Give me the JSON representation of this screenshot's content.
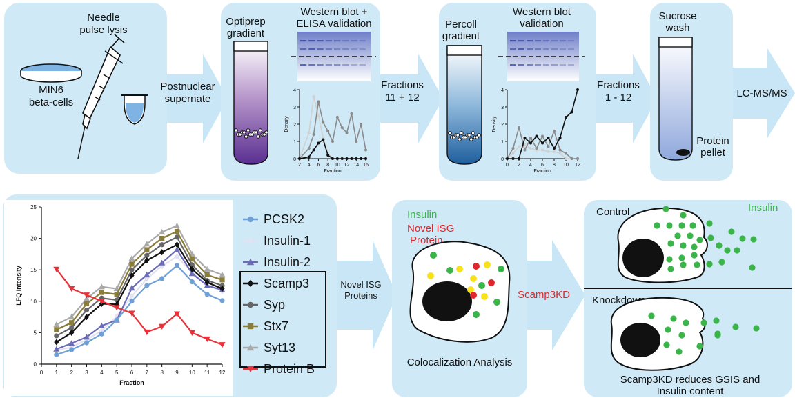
{
  "colors": {
    "panel": "#cfe9f6",
    "arrow": "#c8e6f5",
    "optiprep_top": "#ffffff",
    "optiprep_bottom": "#5a2f91",
    "percoll_bottom": "#1f5f9e",
    "sucrose_bottom": "#8fa8dc",
    "insulin_green": "#3bb44a",
    "isg_red": "#e0262b",
    "isg_yellow": "#f7e11a",
    "protein_b_red": "#e8323a"
  },
  "workflow": {
    "cells_label": [
      "MIN6",
      "beta-cells"
    ],
    "lysis_label": [
      "Needle",
      "pulse lysis"
    ],
    "arrow1_label": [
      "Postnuclear",
      "supernate"
    ],
    "optiprep_label": [
      "Optiprep",
      "gradient"
    ],
    "wb1_label": [
      "Western blot +",
      "ELISA validation"
    ],
    "arrow2_label": [
      "Fractions",
      "11 + 12"
    ],
    "percoll_label": [
      "Percoll",
      "gradient"
    ],
    "wb2_label": [
      "Western blot",
      "validation"
    ],
    "arrow3_label": [
      "Fractions",
      "1 - 12"
    ],
    "sucrose_label": [
      "Sucrose",
      "wash"
    ],
    "pellet_label": [
      "Protein",
      "pellet"
    ],
    "arrow4_label": "LC-MS/MS",
    "density_ylabel": "Density",
    "fraction_xlabel": "Fraction"
  },
  "bottom": {
    "arrow5_label": [
      "Novel ISG",
      "Proteins"
    ],
    "cell_insulin": "Insulin",
    "cell_novel": [
      "Novel ISG",
      "Protein"
    ],
    "coloc_label": "Colocalization Analysis",
    "arrow6_label": "Scamp3KD",
    "control_label": "Control",
    "knockdown_label": "Knockdown",
    "insulin_label_right": "Insulin",
    "conclusion": [
      "Scamp3KD reduces GSIS and",
      "Insulin content"
    ]
  },
  "chart_data": [
    {
      "type": "line",
      "x": [
        2,
        4,
        5,
        6,
        7,
        8,
        9,
        10,
        11,
        12,
        13,
        14,
        15,
        16
      ],
      "xlabel": "Fraction",
      "ylabel": "Density",
      "xticks": [
        2,
        4,
        6,
        8,
        10,
        12,
        14,
        16
      ],
      "yticks": [
        0,
        1,
        2,
        3,
        4
      ],
      "ylim": [
        0,
        4
      ],
      "series": [
        {
          "values": [
            0,
            1.5,
            3.6,
            2.5,
            1.2,
            0.3,
            0,
            0,
            0,
            0,
            0,
            0,
            0,
            0
          ],
          "color": "#d0d0d0"
        },
        {
          "values": [
            0,
            0.6,
            1.4,
            3.3,
            2.1,
            1.6,
            1.0,
            2.4,
            1.8,
            1.5,
            2.6,
            1.0,
            2.0,
            0.5
          ],
          "color": "#8a8a8a"
        },
        {
          "values": [
            0,
            0.1,
            0.5,
            0.9,
            1.1,
            0.2,
            0,
            0,
            0,
            0,
            0,
            0,
            0,
            0
          ],
          "color": "#111111"
        }
      ]
    },
    {
      "type": "line",
      "x": [
        0,
        1,
        2,
        3,
        4,
        5,
        6,
        7,
        8,
        9,
        10,
        11,
        12
      ],
      "xlabel": "Fraction",
      "ylabel": "Density",
      "xticks": [
        0,
        2,
        4,
        6,
        8,
        10,
        12
      ],
      "yticks": [
        0,
        1,
        2,
        3,
        4
      ],
      "ylim": [
        0,
        4
      ],
      "series": [
        {
          "values": [
            0,
            0.3,
            0.7,
            0.8,
            0.6,
            0.5,
            0.5,
            0.4,
            0.4,
            0.3,
            0,
            0,
            0
          ],
          "color": "#d0d0d0"
        },
        {
          "values": [
            0,
            0.6,
            1.8,
            0.5,
            1.2,
            0.6,
            1.3,
            0.7,
            1.6,
            0.5,
            0.3,
            0,
            0
          ],
          "color": "#8a8a8a"
        },
        {
          "values": [
            0,
            0,
            0,
            1.2,
            0.9,
            1.3,
            0.9,
            1.2,
            0.6,
            1.2,
            2.4,
            2.7,
            4.0
          ],
          "color": "#111111"
        }
      ]
    },
    {
      "type": "line",
      "x": [
        1,
        2,
        3,
        4,
        5,
        6,
        7,
        8,
        9,
        10,
        11,
        12
      ],
      "xlabel": "Fraction",
      "ylabel": "LFQ Intensity",
      "xticks": [
        0,
        1,
        2,
        3,
        4,
        5,
        6,
        7,
        8,
        9,
        10,
        11,
        12
      ],
      "yticks": [
        0,
        5,
        10,
        15,
        20,
        25
      ],
      "xlim": [
        0,
        12
      ],
      "ylim": [
        0,
        25
      ],
      "series": [
        {
          "name": "PCSK2",
          "marker": "circle",
          "color": "#6fa1d6",
          "values": [
            1.5,
            2.3,
            3.4,
            4.8,
            7.0,
            10.0,
            12.5,
            13.6,
            15.7,
            13.1,
            11.1,
            10.1
          ]
        },
        {
          "name": "Insulin-1",
          "marker": "diamond",
          "color": "#e2e2f2",
          "values": [
            2.2,
            2.7,
            3.9,
            5.3,
            7.6,
            10.8,
            13.6,
            15.6,
            17.1,
            14.6,
            12.6,
            11.6
          ]
        },
        {
          "name": "Insulin-2",
          "marker": "triangle-up",
          "color": "#6b6bb8",
          "values": [
            2.4,
            3.3,
            4.3,
            6.1,
            7.0,
            12.1,
            14.2,
            16.1,
            18.2,
            14.4,
            12.5,
            11.8
          ]
        },
        {
          "name": "Scamp3",
          "marker": "diamond",
          "color": "#111111",
          "values": [
            3.5,
            5.0,
            7.5,
            9.6,
            9.5,
            14.1,
            16.5,
            17.8,
            19.0,
            15.1,
            13.0,
            12.0
          ]
        },
        {
          "name": "Syp",
          "marker": "circle",
          "color": "#666666",
          "values": [
            4.5,
            5.8,
            8.6,
            10.5,
            10.2,
            15.0,
            17.3,
            19.0,
            20.2,
            15.8,
            13.3,
            12.5
          ]
        },
        {
          "name": "Stx7",
          "marker": "square",
          "color": "#8a7d3a",
          "values": [
            5.5,
            6.6,
            9.6,
            11.4,
            11.1,
            15.9,
            18.2,
            20.0,
            21.1,
            16.7,
            14.2,
            13.4
          ]
        },
        {
          "name": "Syt13",
          "marker": "triangle-up",
          "color": "#a9a9a9",
          "values": [
            6.3,
            7.5,
            10.4,
            12.3,
            12.0,
            16.8,
            19.1,
            21.0,
            22.0,
            17.5,
            15.1,
            14.2
          ]
        },
        {
          "name": "Protein B",
          "marker": "triangle-down",
          "color": "#e8323a",
          "values": [
            15.1,
            12.0,
            11.0,
            10.0,
            9.0,
            8.1,
            5.1,
            6.0,
            8.0,
            5.0,
            4.0,
            3.1
          ]
        }
      ]
    }
  ]
}
